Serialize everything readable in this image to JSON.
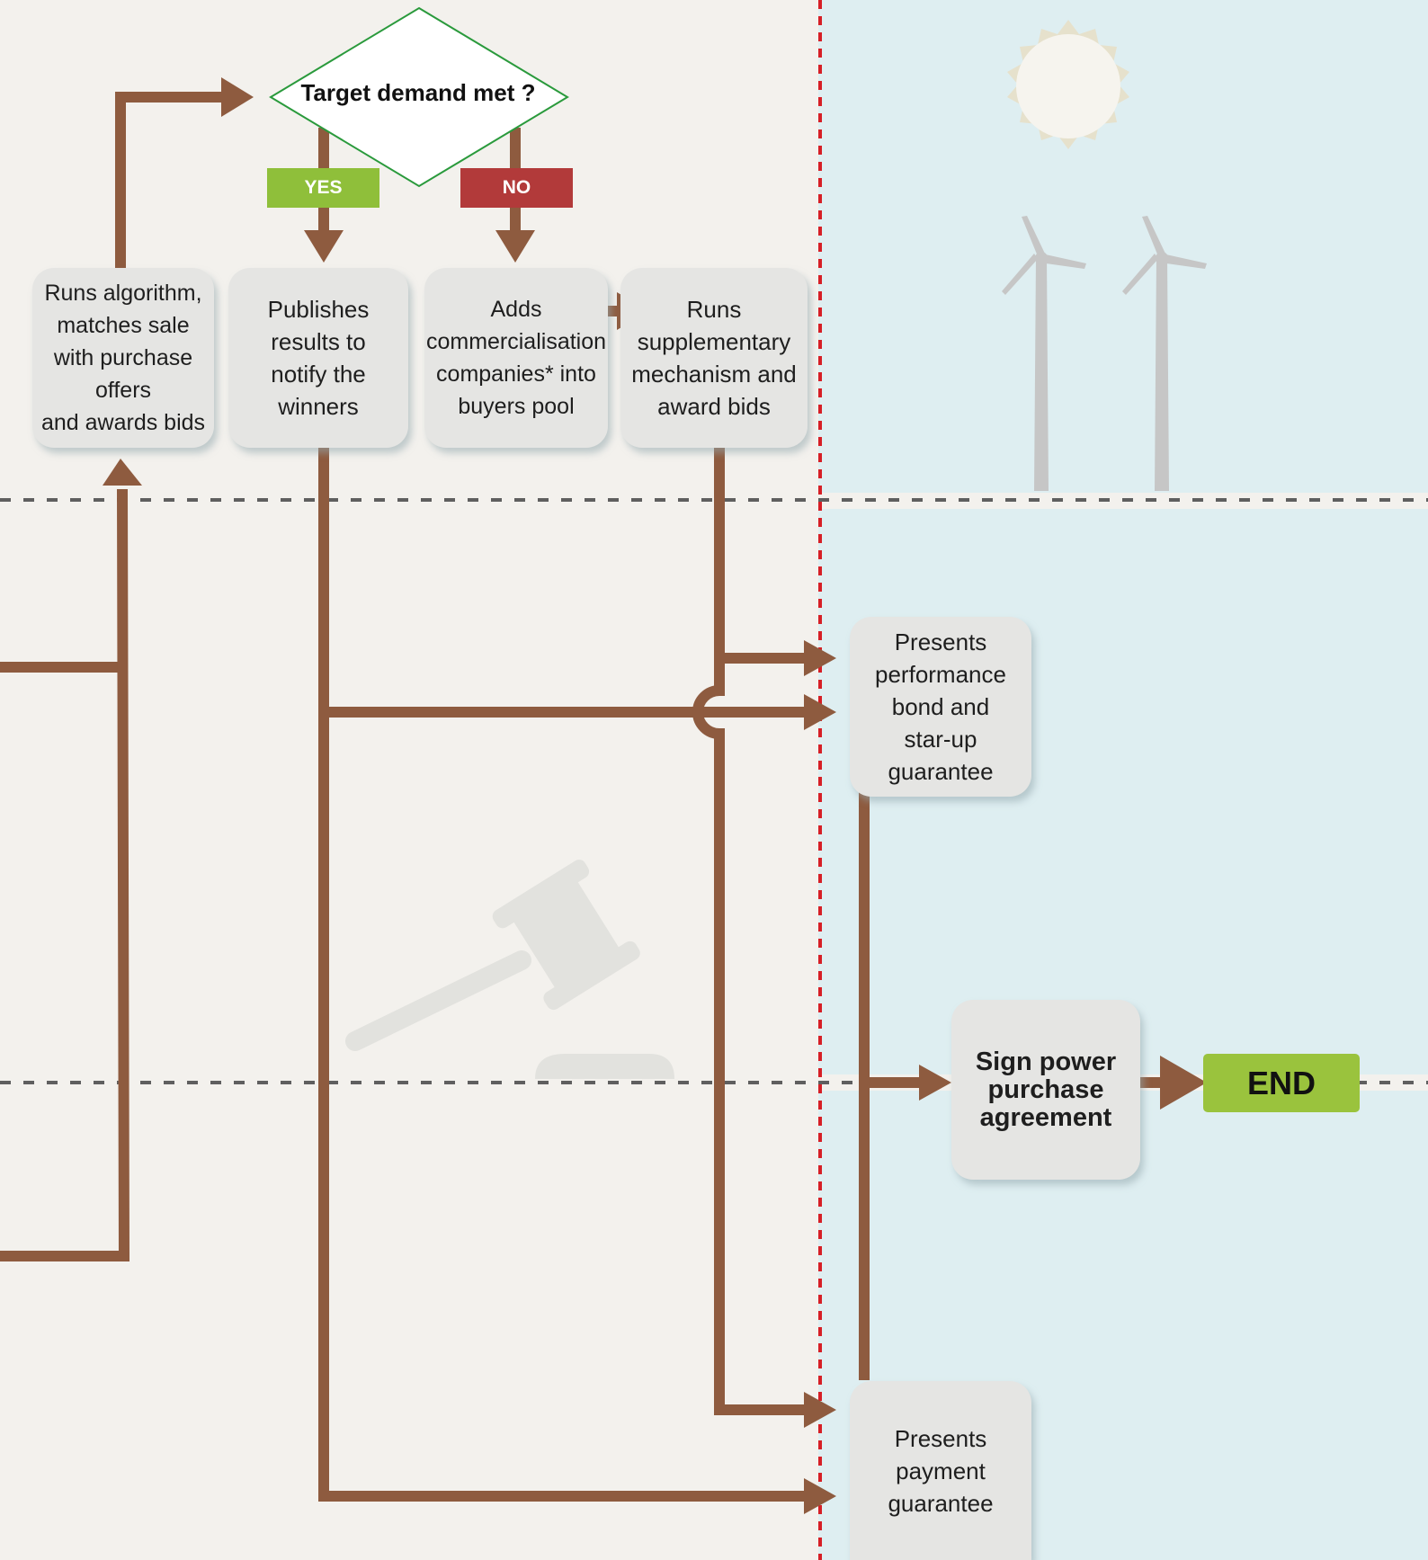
{
  "colors": {
    "connector": "#8e5b3f",
    "yes": "#8fbf3a",
    "no": "#b23a3a",
    "end": "#9ac33d",
    "divider": "#d61f26"
  },
  "decision": {
    "label": "Target demand met ?"
  },
  "branches": {
    "yes": "YES",
    "no": "NO"
  },
  "steps": {
    "runs_algorithm": "Runs algorithm,\nmatches sale\nwith purchase\noffers\nand awards bids",
    "publishes_results": "Publishes\nresults to\nnotify the\nwinners",
    "adds_companies": "Adds\ncommercialisation\ncompanies* into\nbuyers pool",
    "supplementary": "Runs\nsupplementary\nmechanism and\naward bids",
    "performance_bond": "Presents\nperformance\nbond and\nstar-up\nguarantee",
    "sign_ppa": "Sign power\npurchase\nagreement",
    "payment_guarantee": "Presents\npayment\nguarantee"
  },
  "end_label": "END",
  "icons": [
    "sun-icon",
    "wind-turbine-icon",
    "gavel-icon"
  ]
}
